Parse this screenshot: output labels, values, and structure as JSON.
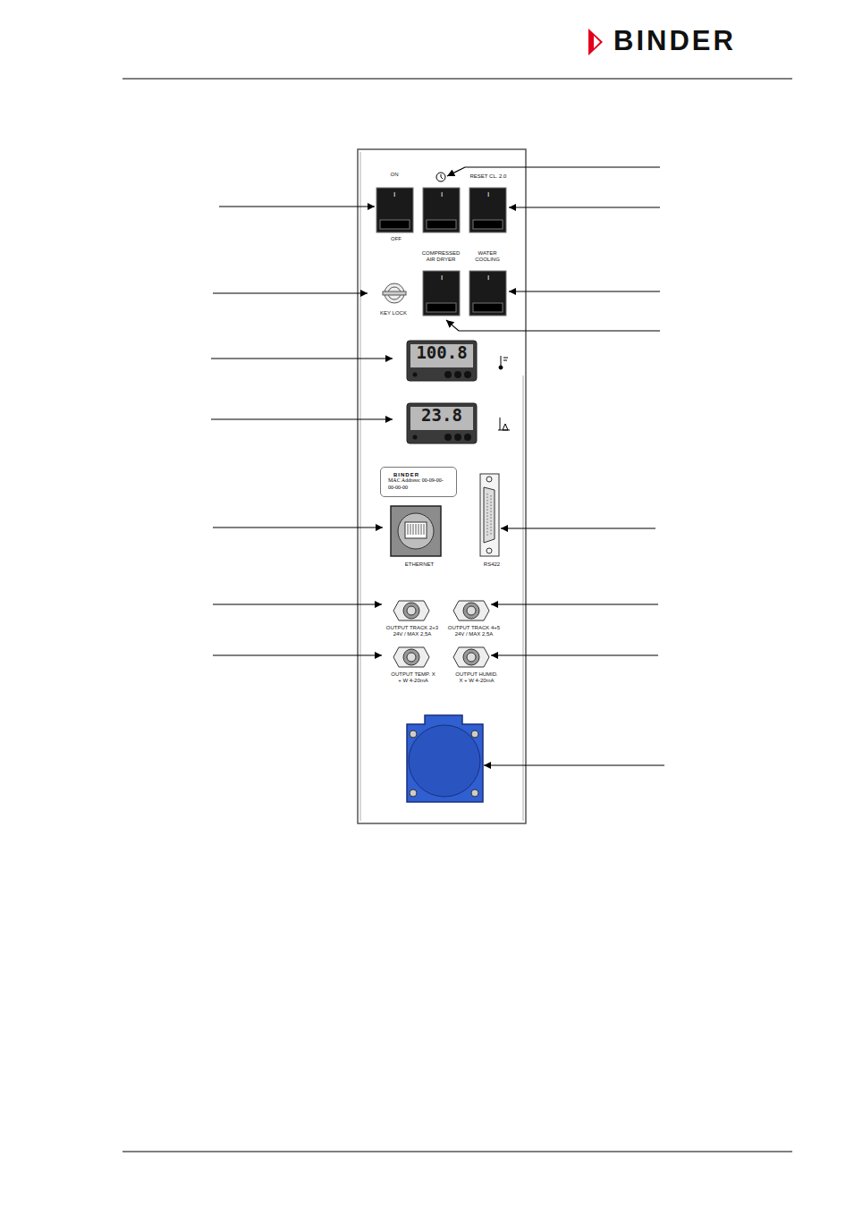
{
  "diagram": {
    "nodes": [
      {
        "text": [
          "100.8"
        ]
      },
      {
        "text": [
          "23.8"
        ]
      },
      {
        "text": [
          "BINDER",
          "MAC Address: 00-09-00-00-00-00"
        ]
      }
    ],
    "labels": [
      "BINDER",
      "ON",
      "OFF",
      "RESET CL. 2.0",
      "COMPRESSED AIR DRYER",
      "WATER COOLING",
      "KEY LOCK",
      "ETHERNET",
      "RS422",
      "OUTPUT TRACK 2+3 24V / MAX 2,5A",
      "OUTPUT TRACK 4+5 24V / MAX 2,5A",
      "OUTPUT TEMP. X + W 4-20mA",
      "OUTPUT HUMID. X + W 4-20mA",
      "I",
      "I",
      "I",
      "I",
      "I"
    ]
  }
}
